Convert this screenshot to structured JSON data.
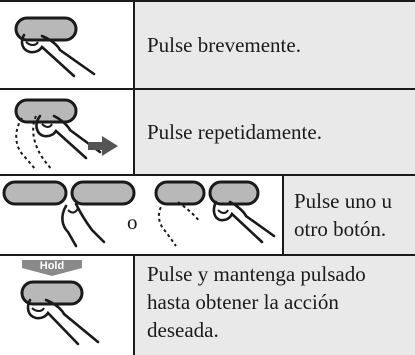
{
  "rows": [
    {
      "icon": "finger-press-once-icon",
      "text": "Pulse brevemente."
    },
    {
      "icon": "finger-press-repeat-icon",
      "text": "Pulse repetidamente."
    },
    {
      "icon": "finger-press-either-icon",
      "conjunction": "o",
      "text_line1": "Pulse uno u",
      "text_line2": "otro botón."
    },
    {
      "icon": "finger-press-hold-icon",
      "hold_label": "Hold",
      "text_line1": "Pulse y mantenga pulsado",
      "text_line2": "hasta obtener la acción",
      "text_line3": "deseada."
    }
  ],
  "colors": {
    "button_fill": "#b8b8b8",
    "text_cell_bg": "#e9e9e9",
    "arrow": "#555555",
    "hold_bar": "#8a8a8a"
  }
}
